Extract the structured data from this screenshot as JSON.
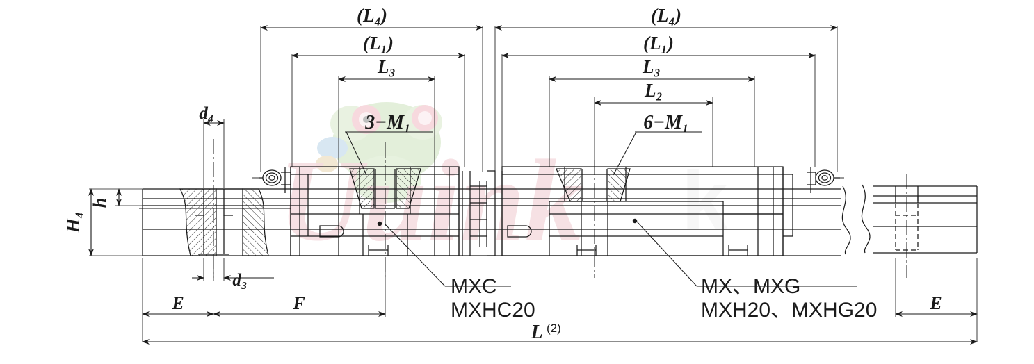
{
  "drawing": {
    "title": "Linear guide rail with two carriage blocks — dimensioned side view",
    "units_note": "",
    "line_color": "#1a1a1a",
    "watermark_red": "#e8b4b8",
    "watermark_green": "#9fc48a"
  },
  "dimensions": {
    "top": [
      {
        "id": "L4-left",
        "label": "(L₄)"
      },
      {
        "id": "L1-left",
        "label": "(L₁)"
      },
      {
        "id": "L3-left",
        "label": "L₃"
      },
      {
        "id": "L4-right",
        "label": "(L₄)"
      },
      {
        "id": "L1-right",
        "label": "(L₁)"
      },
      {
        "id": "L3-right",
        "label": "L₃"
      },
      {
        "id": "L2-right",
        "label": "L₂"
      }
    ],
    "vertical": [
      {
        "id": "H4",
        "label": "H₄"
      },
      {
        "id": "h",
        "label": "h"
      }
    ],
    "small": [
      {
        "id": "d4",
        "label": "d₄"
      },
      {
        "id": "d3",
        "label": "d₃"
      }
    ],
    "bottom": [
      {
        "id": "E-left",
        "label": "E"
      },
      {
        "id": "F",
        "label": "F"
      },
      {
        "id": "E-right",
        "label": "E"
      },
      {
        "id": "L-total",
        "label": "L",
        "superscript": "(2)"
      }
    ]
  },
  "callouts": [
    {
      "id": "thread-left",
      "label": "3−M₁"
    },
    {
      "id": "thread-right",
      "label": "6−M₁"
    }
  ],
  "part_labels": [
    {
      "id": "block-left",
      "line1": "MXC",
      "line2": "MXHC20"
    },
    {
      "id": "block-right",
      "line1": "MX、MXG",
      "line2": "MXH20、MXHG20"
    }
  ],
  "watermark": {
    "text": "Uuink",
    "has_frog": true
  }
}
